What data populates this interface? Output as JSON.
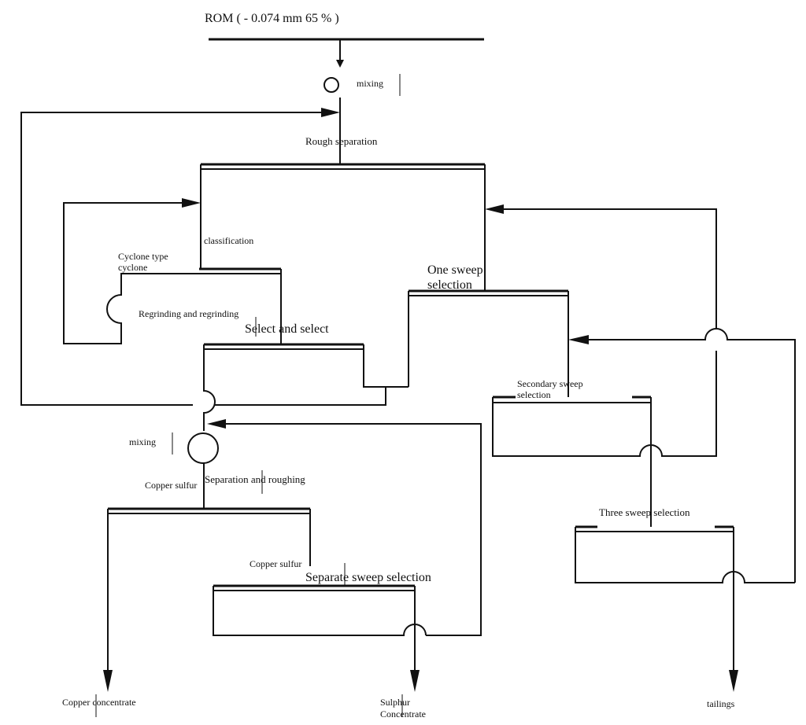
{
  "header": {
    "rom_label": "ROM ( - 0.074 mm 65 % )"
  },
  "labels": {
    "mixing_1": "mixing",
    "rough_separation": "Rough separation",
    "classification": "classification",
    "cyclone_line1": "Cyclone type",
    "cyclone_line2": "cyclone",
    "regrinding": "Regrinding and regrinding",
    "select_and_select": "Select and select",
    "one_sweep_line1": "One sweep",
    "one_sweep_line2": "selection",
    "secondary_sweep_line1": "Secondary sweep",
    "secondary_sweep_line2": "selection",
    "three_sweep": "Three sweep selection",
    "mixing_2": "mixing",
    "copper_sulfur_1": "Copper sulfur",
    "separation_roughing": "Separation and roughing",
    "copper_sulfur_2": "Copper sulfur",
    "separate_sweep": "Separate sweep selection"
  },
  "outputs": {
    "copper_concentrate": "Copper concentrate",
    "sulphur_line1": "Sulphur",
    "sulphur_line2": "Concentrate",
    "tailings": "tailings"
  },
  "colors": {
    "line": "#111111",
    "background": "#ffffff"
  }
}
